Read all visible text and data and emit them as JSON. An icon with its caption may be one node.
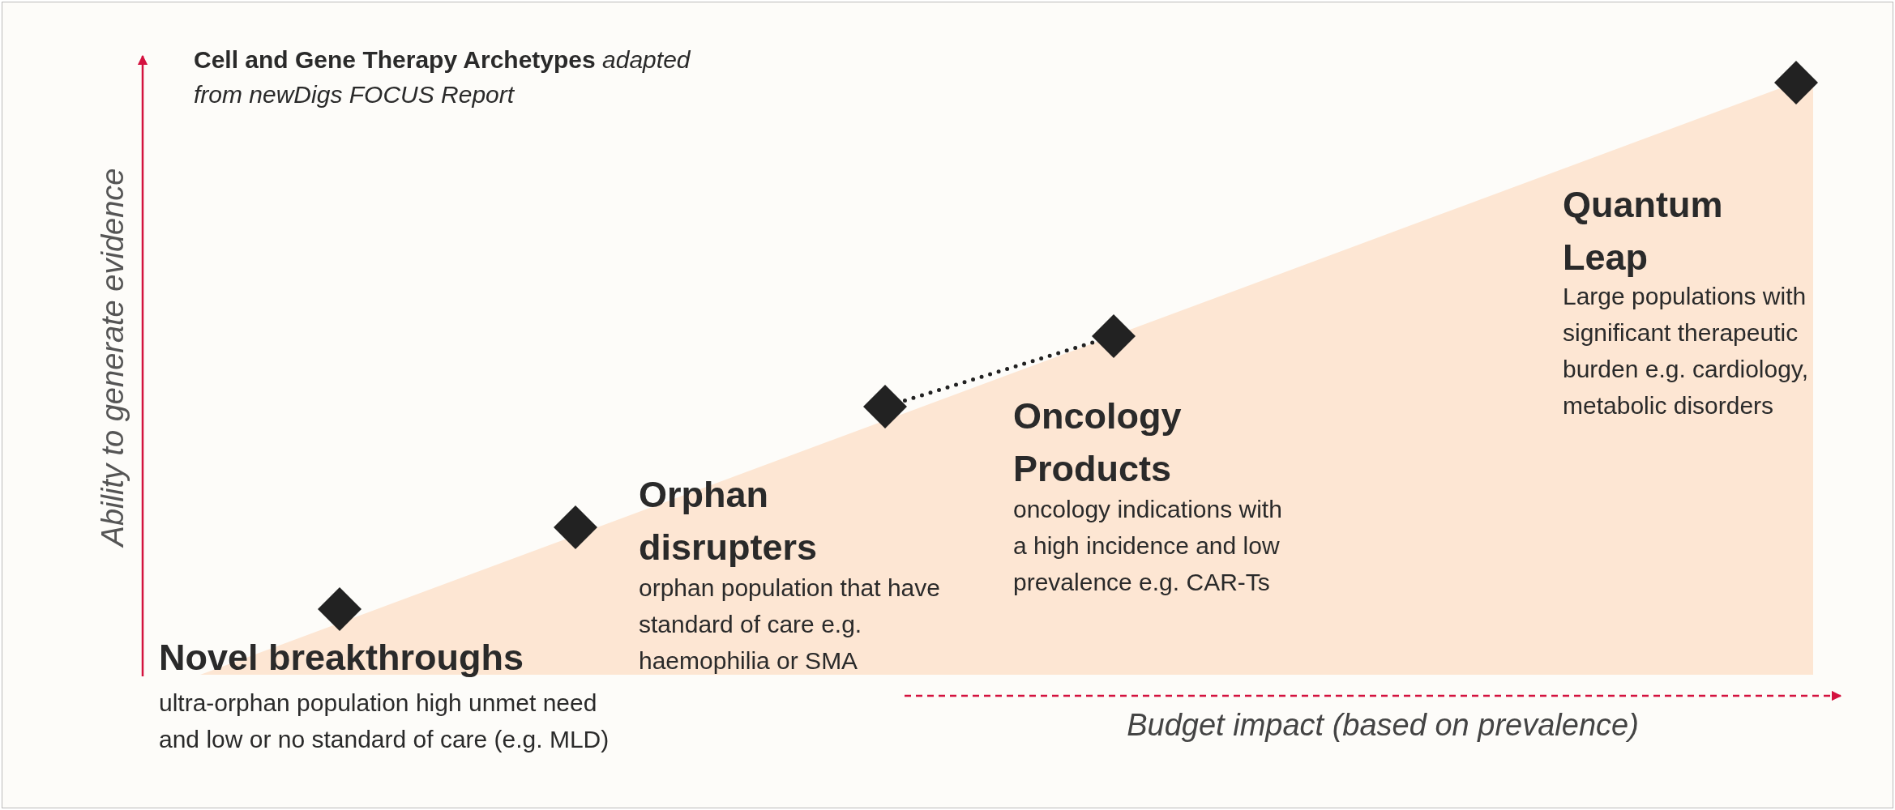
{
  "diagram": {
    "nodes": [
      {
        "text": [],
        "shape": "diamond"
      },
      {
        "text": [],
        "shape": "diamond"
      },
      {
        "text": [],
        "shape": "diamond"
      },
      {
        "text": [],
        "shape": "diamond"
      },
      {
        "text": [],
        "shape": "diamond"
      }
    ],
    "edges": [
      {
        "from": 2,
        "to": 3,
        "arrow": "none",
        "style": "dashed"
      }
    ],
    "labels": [
      "**Cell and Gene Therapy Archetypes** *adapted from newDigs FOCUS Report*",
      "Ability to generate evidence",
      "Quantum Leap",
      "Large populations with significant therapeutic burden e.g. cardiology, metabolic disorders",
      "Oncology Products",
      "oncology indications with a high incidence and low prevalence e.g. CAR-Ts",
      "Orphan disrupters",
      "orphan population that have standard of care e.g. haemophilia or SMA",
      "Novel breakthroughs",
      "ultra-orphan population high unmet need and low or no standard of care (e.g. MLD)",
      "Budget impact (based on prevalence)"
    ]
  }
}
